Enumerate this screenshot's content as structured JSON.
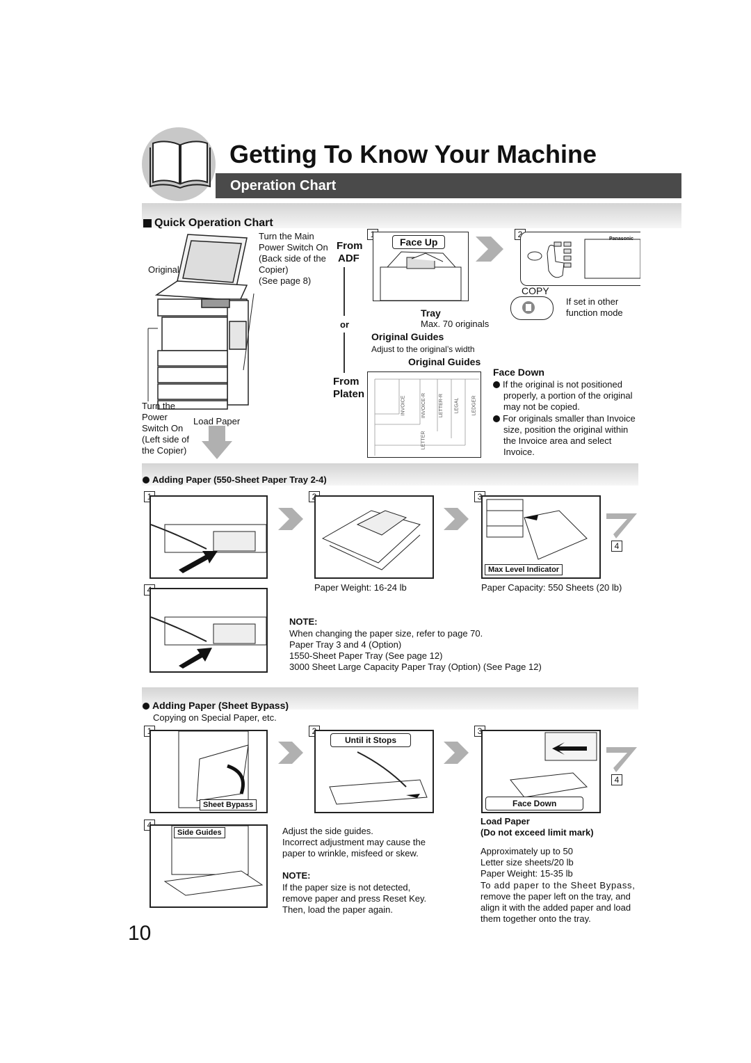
{
  "header": {
    "title": "Getting To Know Your Machine",
    "subtitle": "Operation Chart",
    "book_icon": "open-book-icon"
  },
  "quick": {
    "heading": "Quick Operation Chart",
    "turn_main": [
      "Turn the Main",
      "Power Switch On",
      "(Back side of the",
      "Copier)",
      "(See page 8)"
    ],
    "original": "Original",
    "from": "From",
    "adf": "ADF",
    "or": "or",
    "platen": "Platen",
    "turn_power": [
      "Turn the",
      "Power",
      "Switch On",
      "(Left side of",
      "the Copier)"
    ],
    "load_paper": "Load Paper",
    "face_up": "Face Up",
    "tray": "Tray",
    "tray_note": "Max. 70 originals",
    "original_guides": "Original Guides",
    "adjust_width": "Adjust to the original’s width",
    "original_guides_2": "Original Guides",
    "copy": "COPY",
    "copy_note": [
      "If set in other",
      "function mode"
    ],
    "face_down": "Face Down",
    "fd_bullet1": [
      "If the original is not positioned",
      "properly, a portion of the original",
      "may not be copied."
    ],
    "fd_bullet2": [
      "For originals smaller than Invoice",
      "size, position the original within",
      "the Invoice area and select",
      "Invoice."
    ],
    "steps": [
      "1",
      "2"
    ],
    "platen_labels": [
      "INVOICE",
      "INVOICE-R",
      "LETTER-R",
      "LEGAL",
      "LEDGER",
      "LETTER"
    ],
    "brand": "Panasonic"
  },
  "adding_tray": {
    "heading": "Adding Paper (550-Sheet Paper Tray 2-4)",
    "steps": [
      "1",
      "2",
      "3",
      "4",
      "4"
    ],
    "max_level": "Max Level Indicator",
    "weight": "Paper Weight: 16-24 lb",
    "capacity": "Paper Capacity: 550 Sheets (20 lb)",
    "note_label": "NOTE:",
    "note_lines": [
      "When changing the paper size, refer to page 70.",
      "Paper Tray 3 and 4 (Option)",
      "1550-Sheet Paper Tray (See page 12)",
      "3000 Sheet Large Capacity Paper Tray (Option) (See Page 12)"
    ]
  },
  "adding_bypass": {
    "heading": "Adding Paper (Sheet Bypass)",
    "sub": "Copying on Special Paper, etc.",
    "steps": [
      "1",
      "2",
      "3",
      "4",
      "4"
    ],
    "sheet_bypass": "Sheet Bypass",
    "until_stops": "Until it Stops",
    "face_down": "Face Down",
    "side_guides": "Side Guides",
    "adjust": [
      "Adjust the side guides.",
      "Incorrect adjustment may cause the",
      "paper to wrinkle, misfeed or skew."
    ],
    "note_label": "NOTE:",
    "note_lines": [
      "If the paper size is not detected,",
      "remove paper and press Reset Key.",
      "Then, load the paper again."
    ],
    "load_paper": "Load Paper",
    "limit": "(Do not exceed limit mark)",
    "approx": [
      "Approximately up to 50",
      "Letter size sheets/20 lb",
      "Paper Weight: 15-35 lb",
      "To add paper to the Sheet Bypass,",
      "remove the paper left on the tray, and",
      "align it with the added paper and load",
      "them together onto the tray."
    ]
  },
  "page_number": "10",
  "colors": {
    "band": "#4a4a4a",
    "arrow": "#b0b0b0",
    "circle": "#c8c8c8"
  }
}
